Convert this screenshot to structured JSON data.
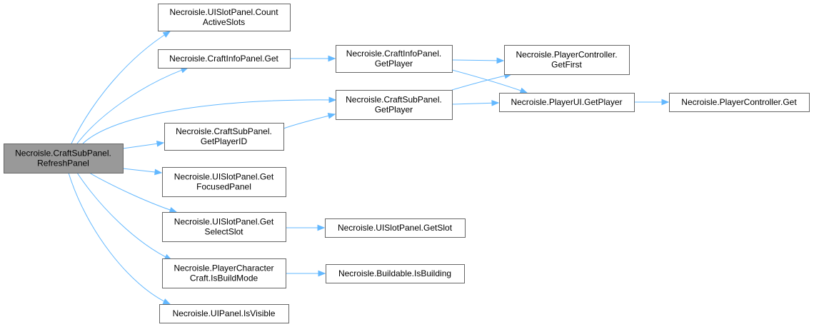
{
  "nodes": {
    "refresh_panel": [
      "Necroisle.CraftSubPanel.",
      "RefreshPanel"
    ],
    "count_active_slots": [
      "Necroisle.UISlotPanel.Count",
      "ActiveSlots"
    ],
    "craftinfo_get": [
      "Necroisle.CraftInfoPanel.Get"
    ],
    "craftinfo_getplayer": [
      "Necroisle.CraftInfoPanel.",
      "GetPlayer"
    ],
    "pc_getfirst": [
      "Necroisle.PlayerController.",
      "GetFirst"
    ],
    "craftsub_getplayer": [
      "Necroisle.CraftSubPanel.",
      "GetPlayer"
    ],
    "playerui_getplayer": [
      "Necroisle.PlayerUI.GetPlayer"
    ],
    "pc_get": [
      "Necroisle.PlayerController.Get"
    ],
    "craftsub_getplayerid": [
      "Necroisle.CraftSubPanel.",
      "GetPlayerID"
    ],
    "get_focused_panel": [
      "Necroisle.UISlotPanel.Get",
      "FocusedPanel"
    ],
    "get_select_slot": [
      "Necroisle.UISlotPanel.Get",
      "SelectSlot"
    ],
    "get_slot": [
      "Necroisle.UISlotPanel.GetSlot"
    ],
    "is_build_mode": [
      "Necroisle.PlayerCharacter",
      "Craft.IsBuildMode"
    ],
    "is_building": [
      "Necroisle.Buildable.IsBuilding"
    ],
    "is_visible": [
      "Necroisle.UIPanel.IsVisible"
    ]
  },
  "edges": [
    [
      "refresh_panel",
      "count_active_slots"
    ],
    [
      "refresh_panel",
      "craftinfo_get"
    ],
    [
      "refresh_panel",
      "craftsub_getplayer"
    ],
    [
      "refresh_panel",
      "craftsub_getplayerid"
    ],
    [
      "refresh_panel",
      "get_focused_panel"
    ],
    [
      "refresh_panel",
      "get_select_slot"
    ],
    [
      "refresh_panel",
      "is_build_mode"
    ],
    [
      "refresh_panel",
      "is_visible"
    ],
    [
      "craftinfo_get",
      "craftinfo_getplayer"
    ],
    [
      "craftinfo_getplayer",
      "pc_getfirst"
    ],
    [
      "craftinfo_getplayer",
      "playerui_getplayer"
    ],
    [
      "craftsub_getplayer",
      "pc_getfirst"
    ],
    [
      "craftsub_getplayer",
      "playerui_getplayer"
    ],
    [
      "craftsub_getplayerid",
      "craftsub_getplayer"
    ],
    [
      "playerui_getplayer",
      "pc_get"
    ],
    [
      "get_select_slot",
      "get_slot"
    ],
    [
      "is_build_mode",
      "is_building"
    ]
  ],
  "colors": {
    "edge": "#63b8ff",
    "node_border": "#666666",
    "root_fill": "#999999"
  }
}
